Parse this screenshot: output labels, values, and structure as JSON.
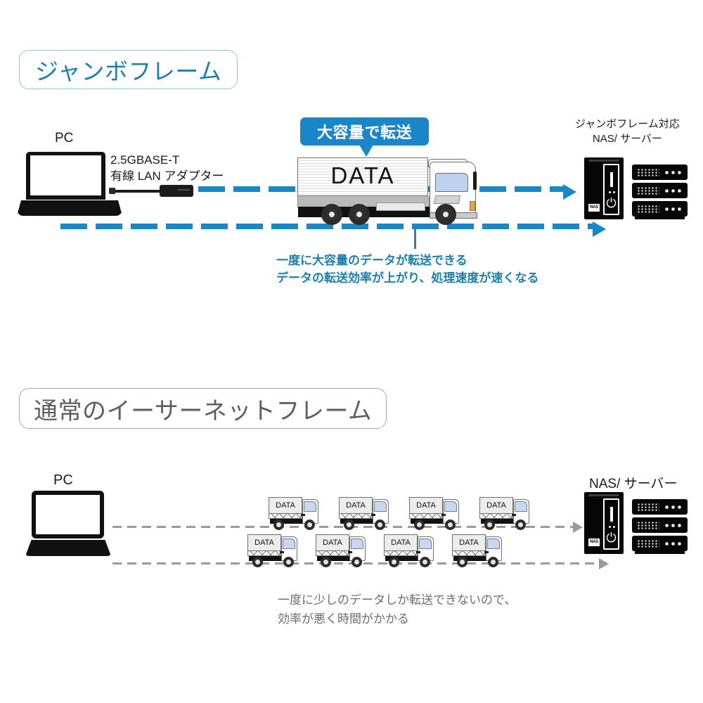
{
  "sections": {
    "jumbo": {
      "title": "ジャンボフレーム",
      "pc_label": "PC",
      "adapter_label": "2.5GBASE-T\n有線 LAN アダプター",
      "adapter_label_line1": "2.5GBASE-T",
      "adapter_label_line2": "有線 LAN アダプター",
      "banner": "大容量で転送",
      "truck_cargo_label": "DATA",
      "nas_label_line1": "ジャンボフレーム対応",
      "nas_label_line2": "NAS/ サーバー",
      "nas_tag": "NAS",
      "caption_line1": "一度に大容量のデータが転送できる",
      "caption_line2": "データの転送効率が上がり、処理速度が速くなる"
    },
    "normal": {
      "title": "通常のイーサーネットフレーム",
      "pc_label": "PC",
      "truck_cargo_label": "DATA",
      "nas_label": "NAS/ サーバー",
      "nas_tag": "NAS",
      "caption_line1": "一度に少しのデータしか転送できないので、",
      "caption_line2": "効率が悪く時間がかかる",
      "truck_row_1_count": 4,
      "truck_row_2_count": 4
    }
  },
  "icons": {
    "power": "⏻"
  },
  "colors": {
    "accent_blue": "#1a86c8",
    "caption_blue": "#1d7fb0",
    "title_blue_border": "#8fc4e4",
    "gray_dash": "#9a9a9a",
    "gray_text": "#6d6d6d",
    "title_gray_border": "#a8a8a8",
    "device_black": "#060606",
    "window_blue": "#bed2ef",
    "background": "#ffffff"
  }
}
